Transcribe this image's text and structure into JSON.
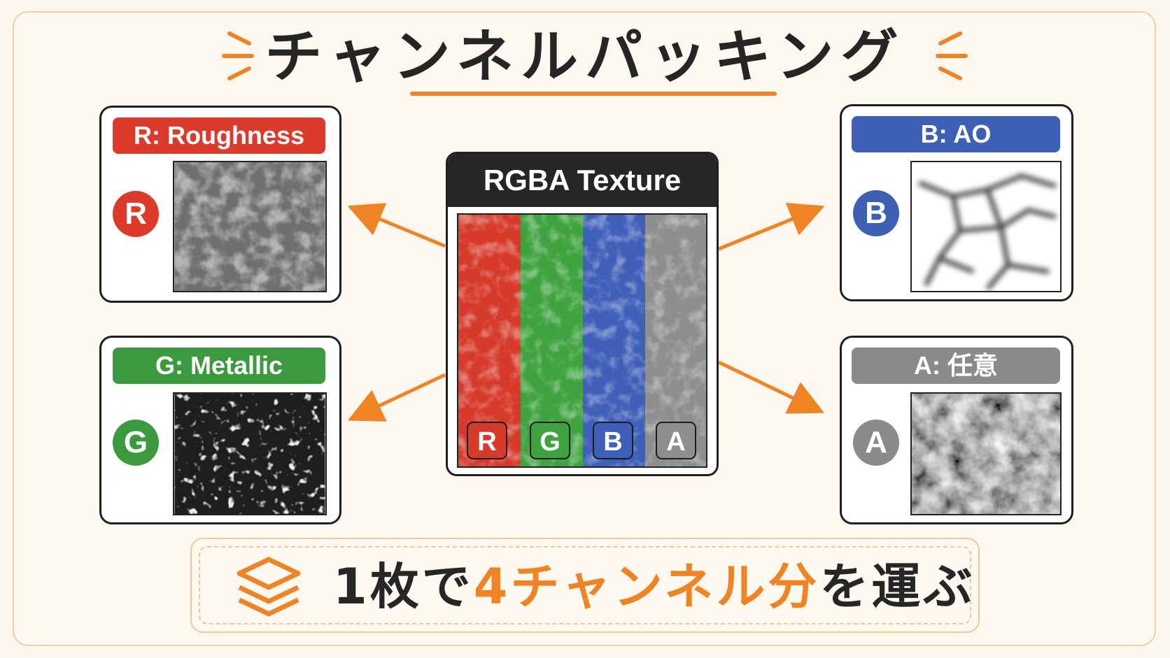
{
  "title": "チャンネルパッキング",
  "center": {
    "heading": "RGBA Texture",
    "chips": [
      "R",
      "G",
      "B",
      "A"
    ]
  },
  "channels": {
    "r": {
      "label": "R: Roughness",
      "badge": "R"
    },
    "g": {
      "label": "G: Metallic",
      "badge": "G"
    },
    "b": {
      "label": "B: AO",
      "badge": "B"
    },
    "a": {
      "label": "A: 任意",
      "badge": "A"
    }
  },
  "footer": {
    "part1": "1枚で",
    "part2": "4チャンネル分",
    "part3": "を運ぶ",
    "icon": "layers-icon"
  },
  "colors": {
    "red": "#dc3b2c",
    "green": "#3b9a3d",
    "blue": "#3d5fb4",
    "gray": "#8a8a8a",
    "accent": "#f08424",
    "dark": "#262626"
  }
}
